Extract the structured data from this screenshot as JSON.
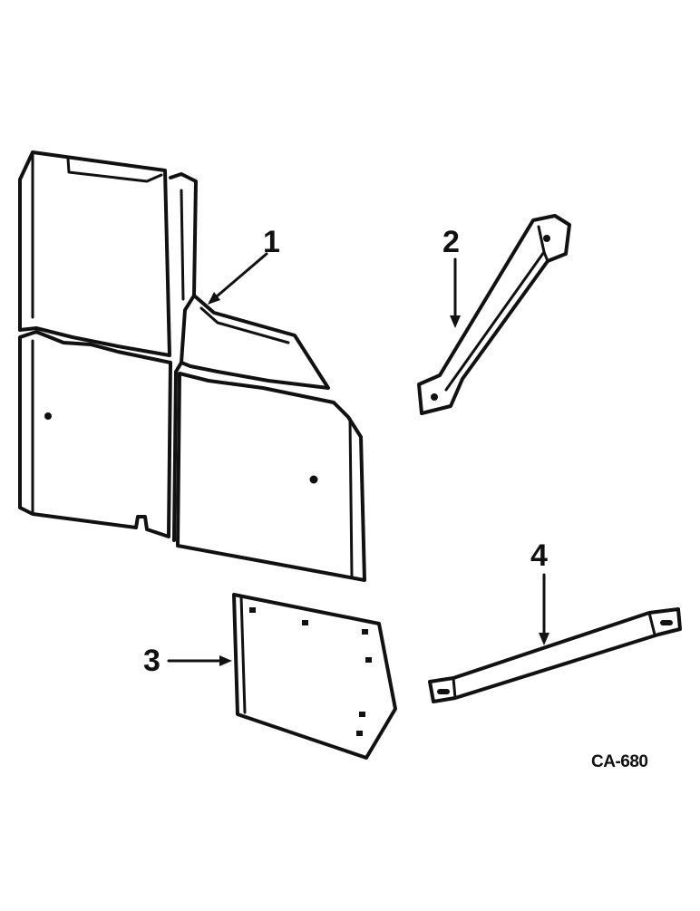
{
  "figure": {
    "code": "CA-680",
    "callouts": {
      "one": "1",
      "two": "2",
      "three": "3",
      "four": "4"
    }
  },
  "colors": {
    "ink": "#111111",
    "paper": "#ffffff"
  }
}
